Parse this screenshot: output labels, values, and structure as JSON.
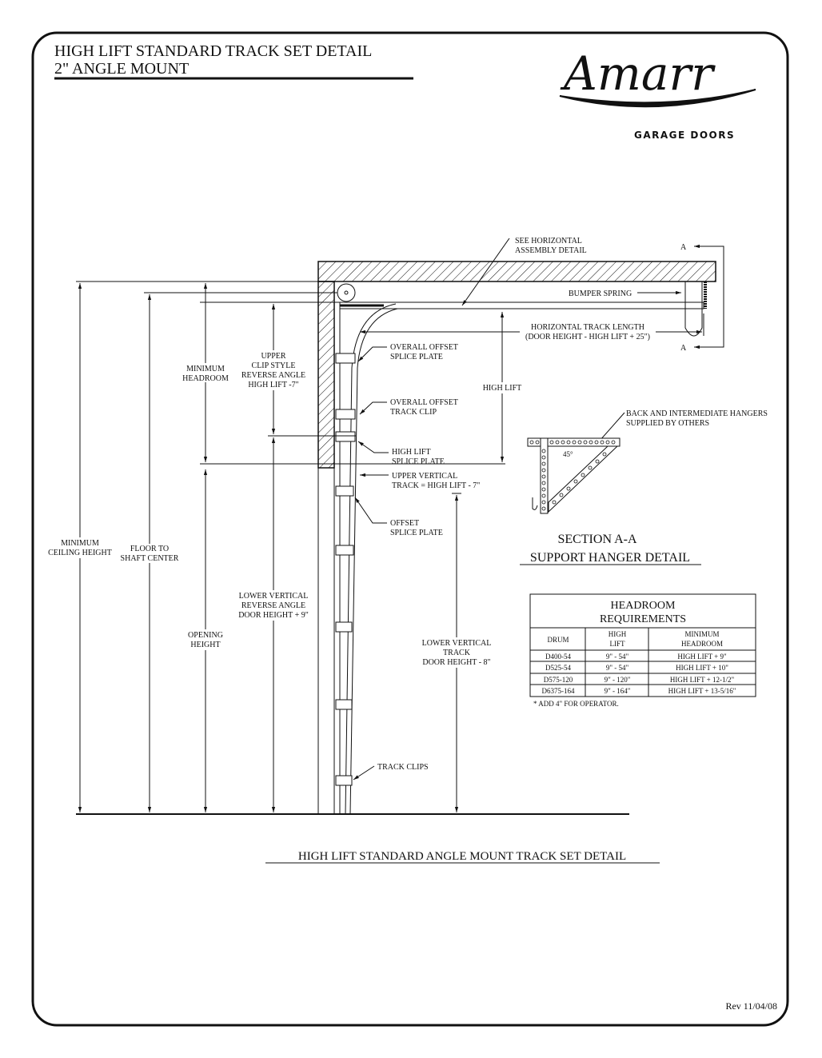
{
  "title": {
    "line1": "HIGH LIFT STANDARD TRACK SET DETAIL",
    "line2": "2\" ANGLE MOUNT"
  },
  "logo": {
    "brand": "Amarr",
    "subtitle": "GARAGE DOORS"
  },
  "labels": {
    "see_horizontal": [
      "SEE HORIZONTAL",
      "ASSEMBLY DETAIL"
    ],
    "bumper_spring": "BUMPER SPRING",
    "horizontal_track": [
      "HORIZONTAL TRACK LENGTH",
      "(DOOR HEIGHT - HIGH LIFT + 25\")"
    ],
    "section_mark": "A",
    "overall_offset_splice": [
      "OVERALL OFFSET",
      "SPLICE PLATE"
    ],
    "overall_offset_clip": [
      "OVERALL OFFSET",
      "TRACK CLIP"
    ],
    "high_lift_splice": [
      "HIGH LIFT",
      "SPLICE PLATE"
    ],
    "upper_vertical": [
      "UPPER VERTICAL",
      "TRACK = HIGH LIFT - 7\""
    ],
    "offset_splice": [
      "OFFSET",
      "SPLICE PLATE"
    ],
    "high_lift": "HIGH LIFT",
    "upper_clip": [
      "UPPER",
      "CLIP STYLE",
      "REVERSE ANGLE",
      "HIGH LIFT -7\""
    ],
    "min_headroom": [
      "MINIMUM",
      "HEADROOM"
    ],
    "min_ceiling": [
      "MINIMUM",
      "CEILING HEIGHT"
    ],
    "floor_shaft": [
      "FLOOR TO",
      "SHAFT CENTER"
    ],
    "lower_reverse": [
      "LOWER VERTICAL",
      "REVERSE ANGLE",
      "DOOR HEIGHT + 9\""
    ],
    "opening_height": [
      "OPENING",
      "HEIGHT"
    ],
    "lower_track": [
      "LOWER VERTICAL",
      "TRACK",
      "DOOR HEIGHT - 8\""
    ],
    "track_clips": "TRACK CLIPS",
    "hangers": [
      "BACK AND INTERMEDIATE HANGERS",
      "SUPPLIED BY OTHERS"
    ],
    "angle": "45°"
  },
  "section": {
    "title": "SECTION A-A",
    "subtitle": "SUPPORT HANGER DETAIL"
  },
  "table": {
    "title": [
      "HEADROOM",
      "REQUIREMENTS"
    ],
    "headers": [
      [
        "DRUM"
      ],
      [
        "HIGH",
        "LIFT"
      ],
      [
        "MINIMUM",
        "HEADROOM"
      ]
    ],
    "rows": [
      [
        "D400-54",
        "9\" - 54\"",
        "HIGH LIFT + 9\""
      ],
      [
        "D525-54",
        "9\" - 54\"",
        "HIGH LIFT + 10\""
      ],
      [
        "D575-120",
        "9\" - 120\"",
        "HIGH LIFT + 12-1/2\""
      ],
      [
        "D6375-164",
        "9\" - 164\"",
        "HIGH LIFT + 13-5/16\""
      ]
    ],
    "note": "* ADD 4\" FOR OPERATOR."
  },
  "caption": "HIGH LIFT STANDARD ANGLE MOUNT TRACK SET DETAIL",
  "revision": "Rev 11/04/08"
}
